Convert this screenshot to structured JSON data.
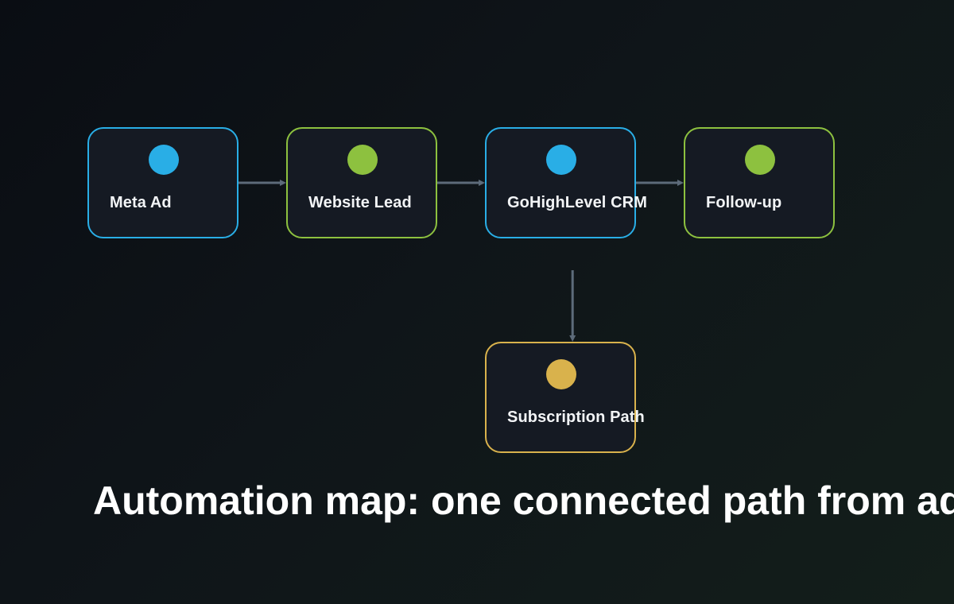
{
  "diagram": {
    "nodes": [
      {
        "id": "meta-ad",
        "label": "Meta Ad",
        "color": "#29aee6"
      },
      {
        "id": "website-lead",
        "label": "Website Lead",
        "color": "#8dc13f"
      },
      {
        "id": "gohighlevel-crm",
        "label": "GoHighLevel CRM",
        "color": "#29aee6"
      },
      {
        "id": "follow-up",
        "label": "Follow-up",
        "color": "#8dc13f"
      },
      {
        "id": "subscription-path",
        "label": "Subscription Path",
        "color": "#d9b24c"
      }
    ],
    "edges": [
      {
        "from": "meta-ad",
        "to": "website-lead"
      },
      {
        "from": "website-lead",
        "to": "gohighlevel-crm"
      },
      {
        "from": "gohighlevel-crm",
        "to": "follow-up"
      },
      {
        "from": "gohighlevel-crm",
        "to": "subscription-path"
      }
    ],
    "edge_color": "#5d6b7a"
  },
  "headline": "Automation map: one connected path from ad to subscription"
}
